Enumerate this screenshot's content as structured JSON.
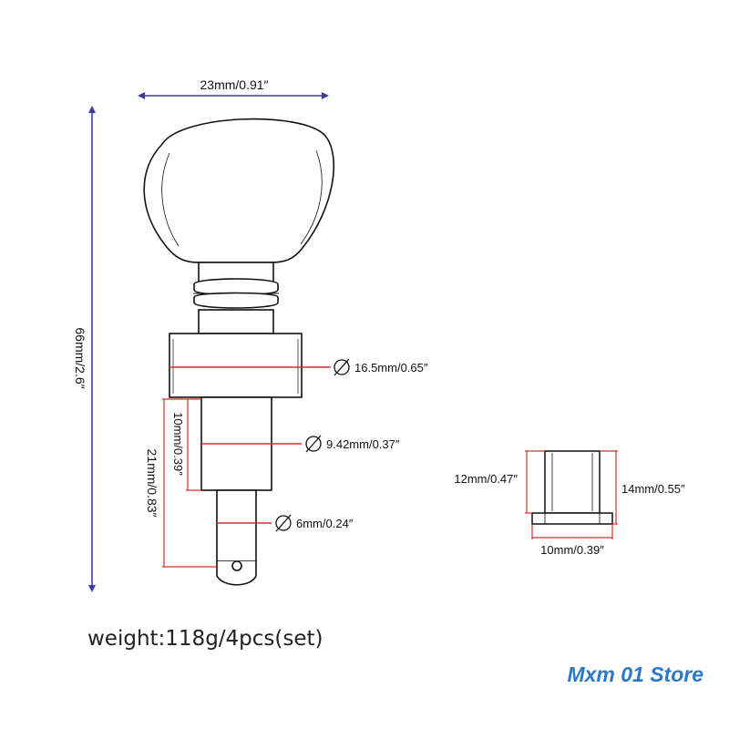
{
  "labels": {
    "width_top": "23mm/0.91″",
    "height_total": "66mm/2.6″",
    "dia_collar": "16.5mm/0.65″",
    "dia_shaft": "9.42mm/0.37″",
    "dia_post": "6mm/0.24″",
    "len_shaft": "10mm/0.39″",
    "len_post": "21mm/0.83″",
    "nut_height_left": "12mm/0.47″",
    "nut_height_right": "14mm/0.55″",
    "nut_width": "10mm/0.39″"
  },
  "footer": {
    "weight": "weight:118g/4pcs(set)"
  },
  "watermark": {
    "store": "Mxm 01 Store"
  },
  "colors": {
    "dimension_blue": "#3c3ca8",
    "dimension_red": "#d23030",
    "outline": "#111111",
    "store_text": "#2a78c8"
  }
}
